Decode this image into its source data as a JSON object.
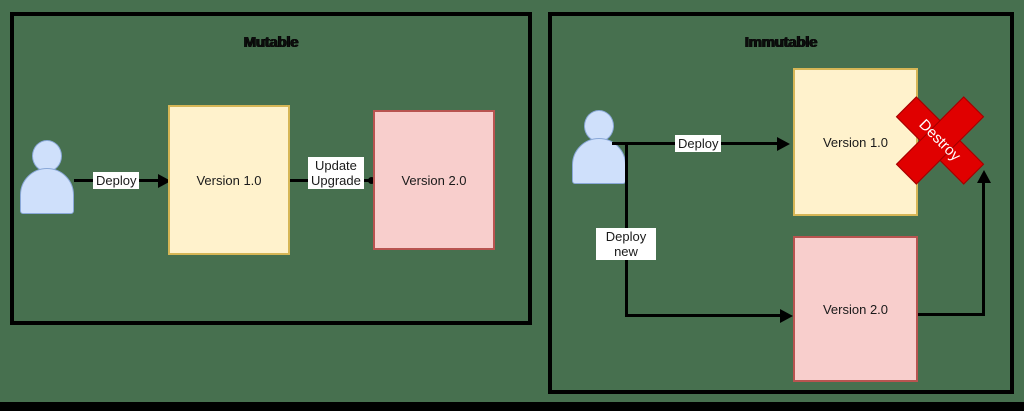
{
  "diagram": {
    "background_color": "#47704f",
    "panels": [
      {
        "id": "mutable",
        "title": "Mutable",
        "actor_name": "user",
        "boxes": [
          {
            "label": "Version 1.0",
            "fill": "#fff2cc",
            "stroke": "#d6b656"
          },
          {
            "label": "Version 2.0",
            "fill": "#f8cecc",
            "stroke": "#b85450"
          }
        ],
        "edges": [
          {
            "label": "Deploy",
            "from": "user",
            "to": "Version 1.0"
          },
          {
            "label": "Update\nUpgrade",
            "from": "Version 1.0",
            "to": "Version 2.0"
          }
        ]
      },
      {
        "id": "immutable",
        "title": "Immutable",
        "actor_name": "user",
        "boxes": [
          {
            "label": "Version 1.0",
            "fill": "#fff2cc",
            "stroke": "#d6b656"
          },
          {
            "label": "Version 2.0",
            "fill": "#f8cecc",
            "stroke": "#b85450"
          }
        ],
        "edges": [
          {
            "label": "Deploy",
            "from": "user",
            "to": "Version 1.0"
          },
          {
            "label": "Deploy\nnew",
            "from": "user",
            "to": "Version 2.0"
          },
          {
            "label": "",
            "from": "Version 2.0",
            "to": "Destroy"
          }
        ],
        "destroy": {
          "label": "Destroy",
          "color": "#e00000",
          "stroke": "#a00000"
        }
      }
    ]
  }
}
